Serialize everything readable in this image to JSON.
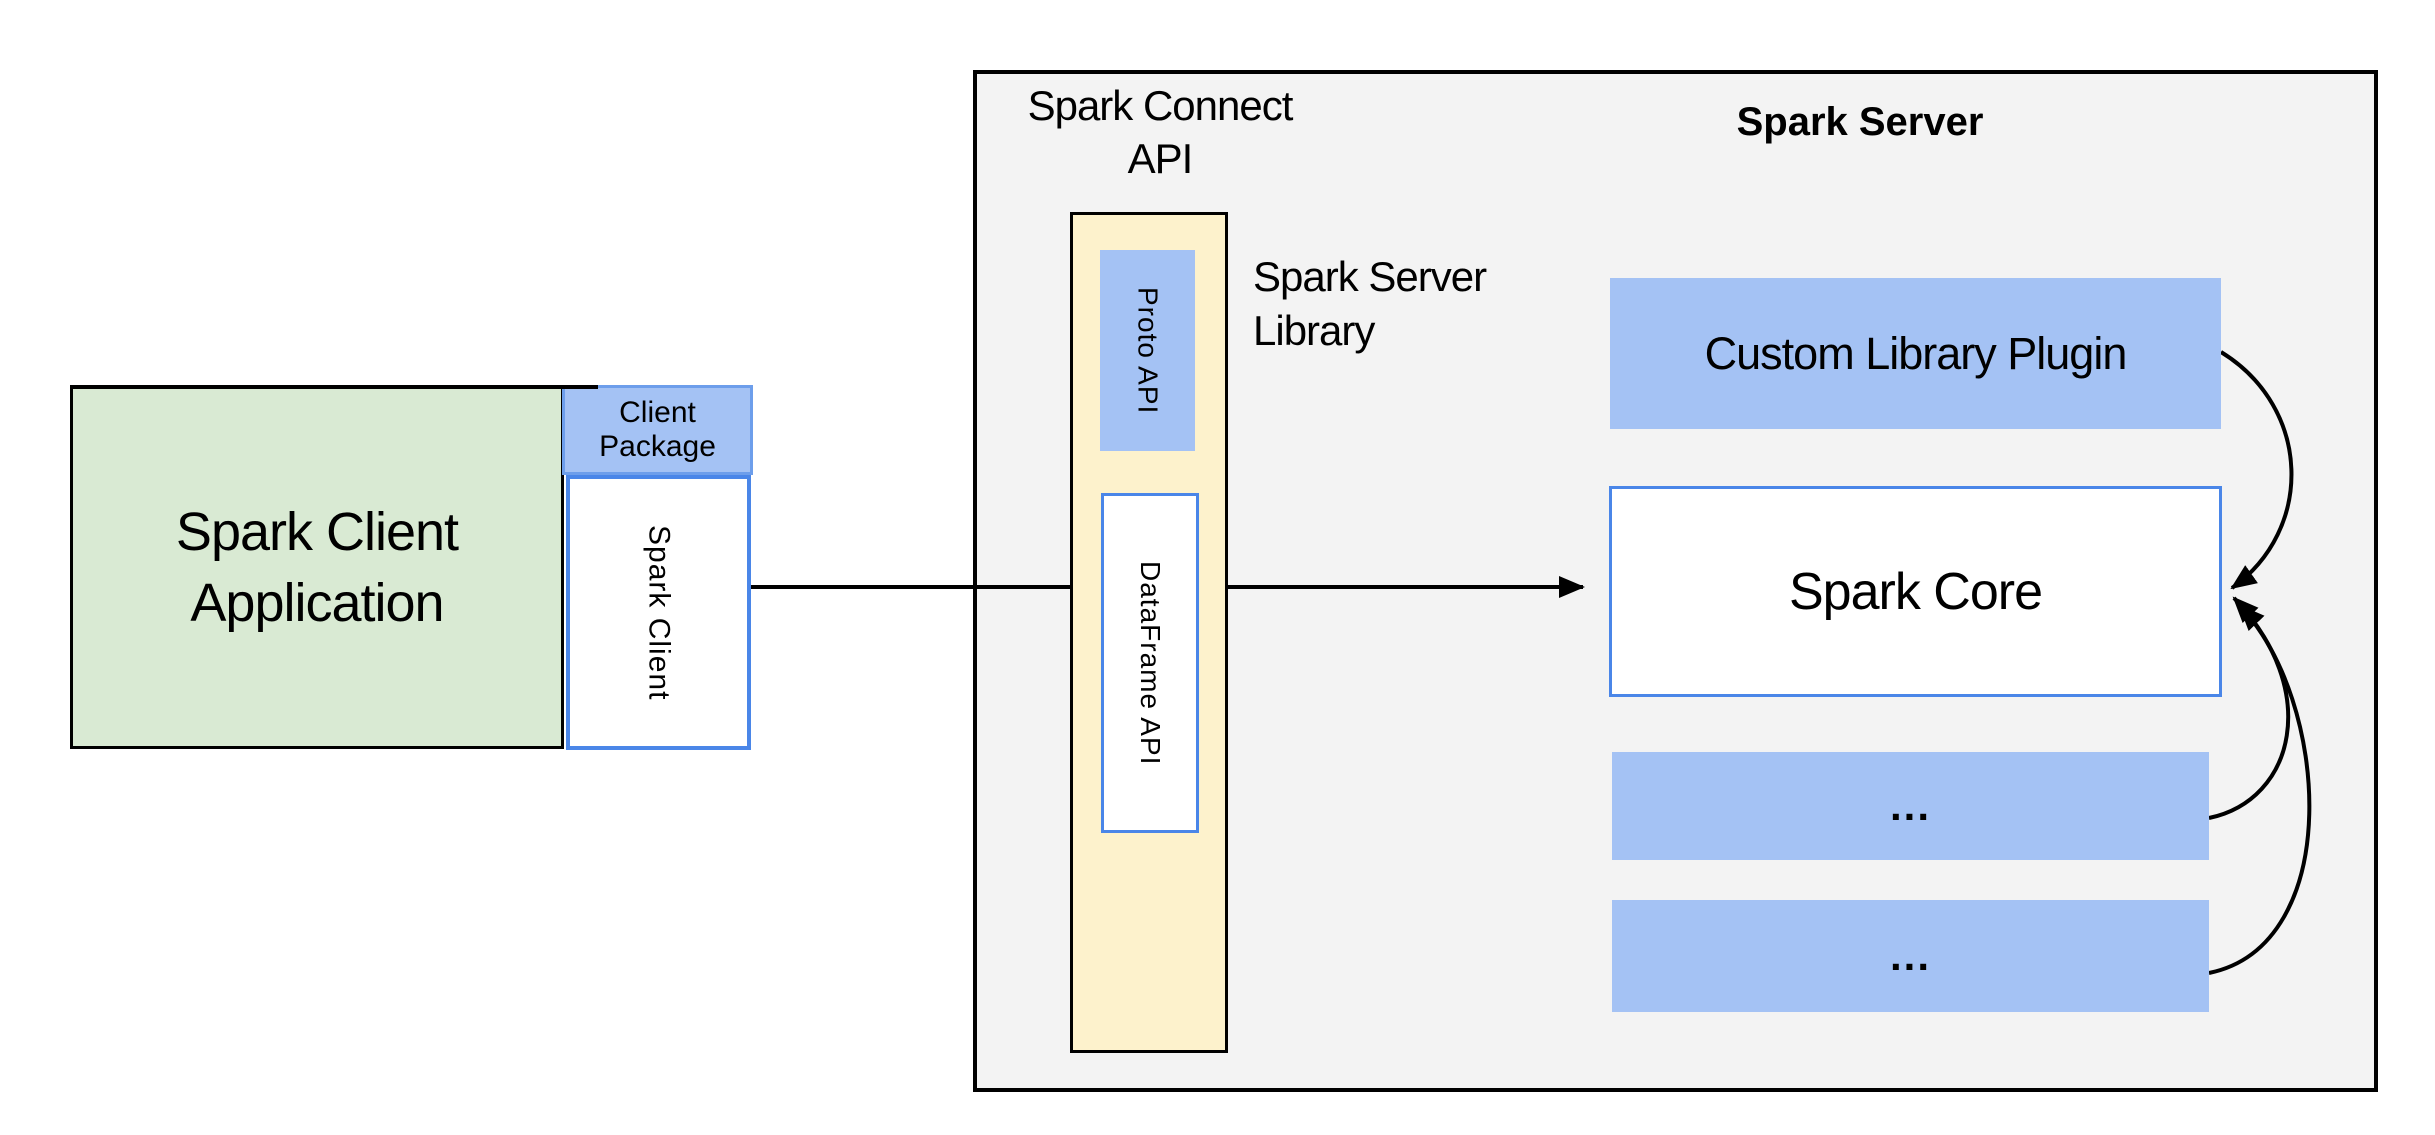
{
  "colors": {
    "green-fill": "#d9ead3",
    "blue-fill": "#a4c2f4",
    "yellow-fill": "#fdf2cc",
    "gray-fill": "#f3f3f3",
    "blue-border": "#4a86e8",
    "blue-border-light": "#6d9eeb",
    "line-color": "#000000"
  },
  "client": {
    "application_label": [
      "Spark Client",
      "Application"
    ],
    "package_label": [
      "Client",
      "Package"
    ],
    "spark_client_label": "Spark Client"
  },
  "connect": {
    "api_label": [
      "Spark Connect",
      "API"
    ],
    "proto_api_label": "Proto API",
    "dataframe_api_label": "DataFrame API",
    "server_library_label": [
      "Spark Server",
      "Library"
    ]
  },
  "server": {
    "title": "Spark Server",
    "custom_plugin_label": "Custom Library Plugin",
    "spark_core_label": "Spark Core",
    "extension_1_label": "...",
    "extension_2_label": "..."
  }
}
